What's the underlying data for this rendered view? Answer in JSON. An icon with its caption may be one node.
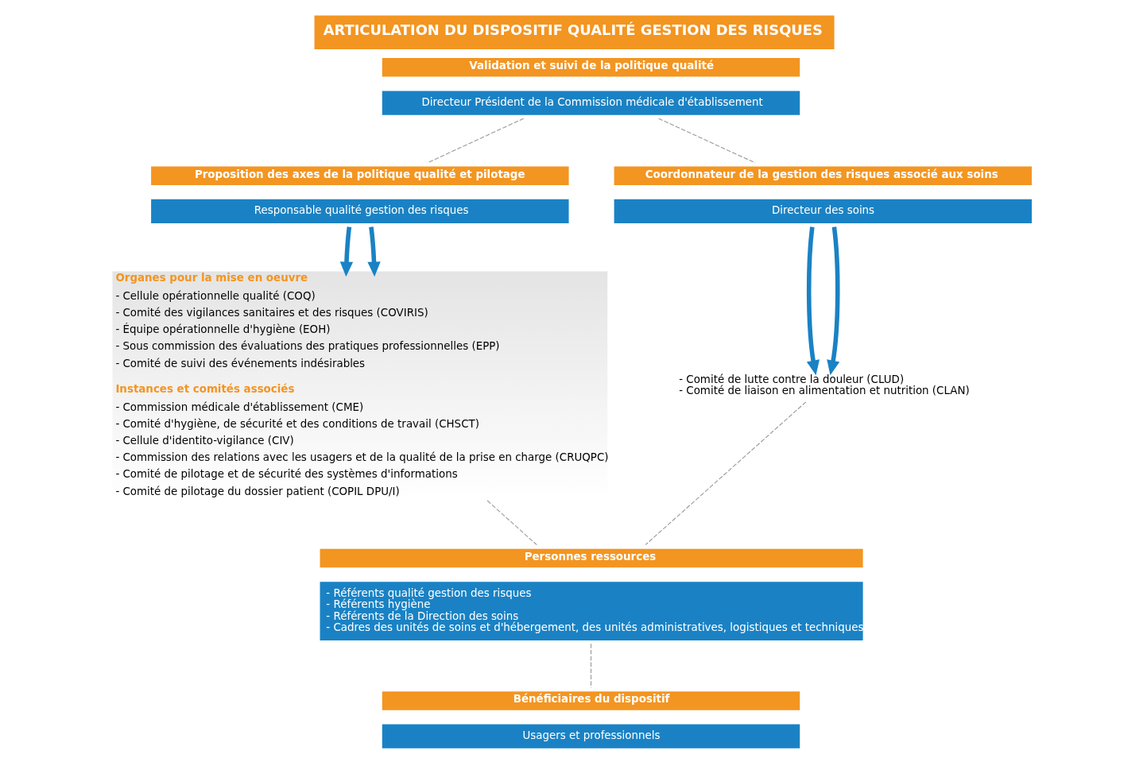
{
  "diagram": {
    "title": "ARTICULATION DU DISPOSITIF QUALITÉ GESTION DES RISQUES",
    "nodes": [
      {
        "text": [
          "Validation et suivi de la politique qualité",
          "Directeur Président de la Commission médicale d'établissement"
        ]
      },
      {
        "text": [
          "Proposition des axes de la politique qualité et pilotage",
          "Responsable qualité gestion des risques"
        ]
      },
      {
        "text": [
          "Coordonnateur de la gestion des risques associé aux soins",
          "Directeur des soins"
        ]
      },
      {
        "text": [
          "Organes pour la mise en oeuvre",
          "- Cellule opérationnelle qualité (COQ)",
          "- Comité des vigilances sanitaires et des risques (COVIRIS)",
          "- Équipe opérationnelle d'hygiène (EOH)",
          "- Sous commission des évaluations des pratiques professionnelles (EPP)",
          "- Comité de suivi des événements indésirables",
          "Instances et comités associés",
          "- Commission médicale d'établissement (CME)",
          "- Comité d'hygiène, de sécurité et des conditions de travail (CHSCT)",
          "- Cellule d'identito-vigilance (CIV)",
          "- Commission des relations avec les usagers et de la qualité de la prise en charge (CRUQPC)",
          "- Comité de pilotage et de sécurité des systèmes d'informations",
          "- Comité de pilotage du dossier patient (COPIL DPU/I)"
        ]
      },
      {
        "text": [
          "- Comité de lutte contre la douleur (CLUD)",
          "- Comité de liaison en alimentation et nutrition (CLAN)"
        ]
      },
      {
        "text": [
          "Personnes ressources",
          "- Référents qualité gestion des risques",
          "- Référents hygiène",
          "- Référents de la Direction des soins",
          "- Cadres des unités de soins et d'hébergement, des unités administratives, logistiques et techniques"
        ]
      },
      {
        "text": [
          "Bénéficiaires du dispositif",
          "Usagers et professionnels"
        ]
      }
    ],
    "edges": [
      {
        "from": 0,
        "to": 1,
        "arrow": "none",
        "style": "dashed"
      },
      {
        "from": 0,
        "to": 2,
        "arrow": "none",
        "style": "dashed"
      },
      {
        "from": 1,
        "to": 3,
        "arrow": "to",
        "style": "thick",
        "color": "#1a82c4"
      },
      {
        "from": 1,
        "to": 3,
        "arrow": "to",
        "style": "thick",
        "color": "#1a82c4"
      },
      {
        "from": 2,
        "to": 4,
        "arrow": "to",
        "style": "thick",
        "color": "#1a82c4"
      },
      {
        "from": 2,
        "to": 4,
        "arrow": "to",
        "style": "thick",
        "color": "#1a82c4"
      },
      {
        "from": 3,
        "to": 5,
        "arrow": "none",
        "style": "dashed"
      },
      {
        "from": 4,
        "to": 5,
        "arrow": "none",
        "style": "dashed"
      },
      {
        "from": 5,
        "to": 6,
        "arrow": "none",
        "style": "dashed"
      }
    ]
  }
}
